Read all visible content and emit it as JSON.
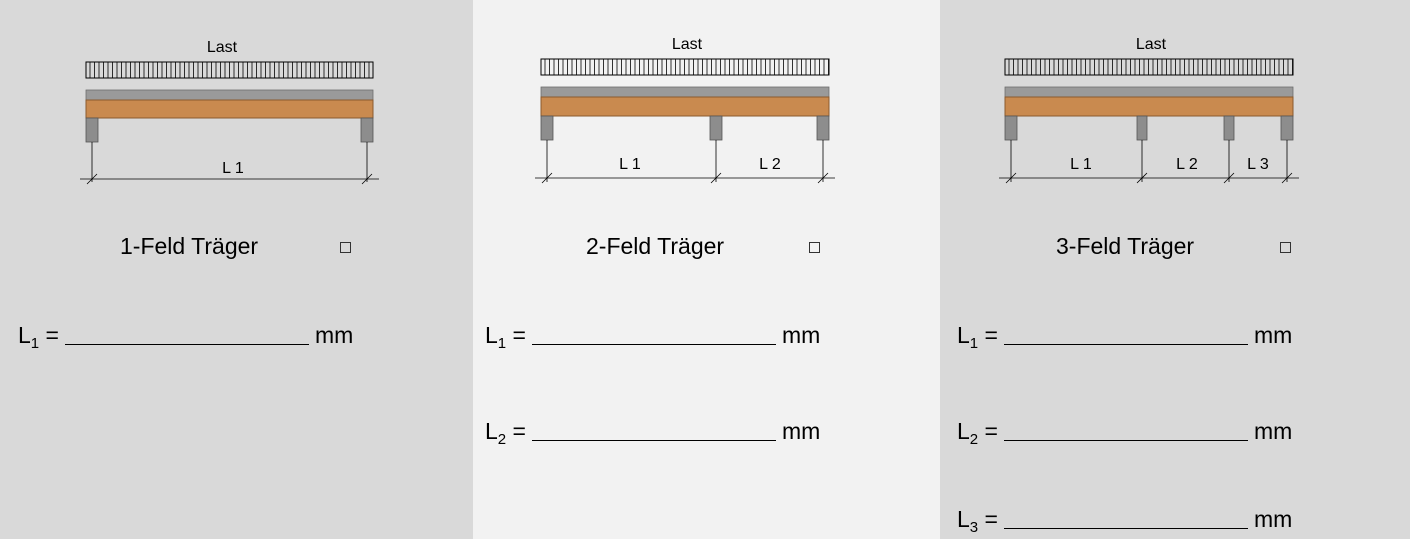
{
  "colors": {
    "panel_dark": "#d9d9d9",
    "panel_light": "#f2f2f2",
    "timber": "#c98a4f",
    "timber_edge": "#8a5a2e",
    "gravel": "#9a9a9a",
    "support": "#8d8d8d"
  },
  "panels": [
    {
      "load_label": "Last",
      "span_labels": [
        "L 1"
      ],
      "title": "1-Feld Träger",
      "fields": [
        {
          "letter": "L",
          "sub": "1",
          "eq": "=",
          "unit": "mm",
          "value": ""
        }
      ]
    },
    {
      "load_label": "Last",
      "span_labels": [
        "L 1",
        "L 2"
      ],
      "title": "2-Feld Träger",
      "fields": [
        {
          "letter": "L",
          "sub": "1",
          "eq": "=",
          "unit": "mm",
          "value": ""
        },
        {
          "letter": "L",
          "sub": "2",
          "eq": "=",
          "unit": "mm",
          "value": ""
        }
      ]
    },
    {
      "load_label": "Last",
      "span_labels": [
        "L 1",
        "L 2",
        "L 3"
      ],
      "title": "3-Feld Träger",
      "fields": [
        {
          "letter": "L",
          "sub": "1",
          "eq": "=",
          "unit": "mm",
          "value": ""
        },
        {
          "letter": "L",
          "sub": "2",
          "eq": "=",
          "unit": "mm",
          "value": ""
        },
        {
          "letter": "L",
          "sub": "3",
          "eq": "=",
          "unit": "mm",
          "value": ""
        }
      ]
    }
  ]
}
